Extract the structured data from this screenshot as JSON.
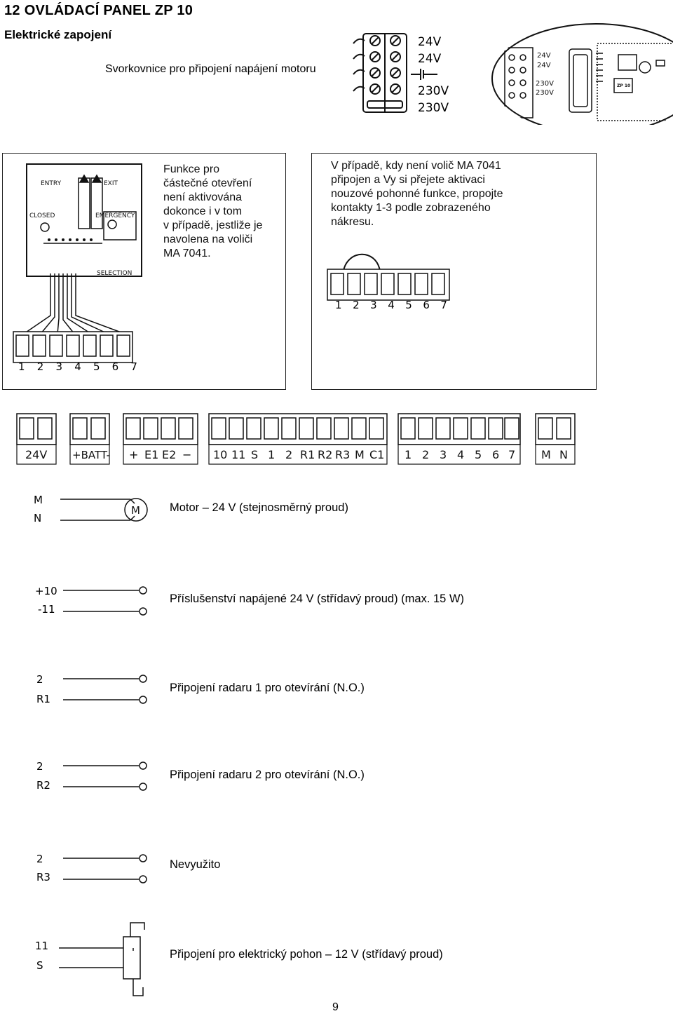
{
  "header": {
    "title": "12 OVLÁDACÍ PANEL ZP 10",
    "subtitle": "Elektrické zapojení",
    "motor_terminals_label": "Svorkovnice pro připojení napájení motoru"
  },
  "power_terminals": {
    "voltages": [
      "24V",
      "24V",
      "230V",
      "230V"
    ],
    "board_voltages": [
      "24V",
      "24V",
      "230V",
      "230V"
    ],
    "board_model": "ZP 10"
  },
  "selector_panel": {
    "labels": {
      "entry": "ENTRY",
      "exit": "EXIT",
      "closed": "CLOSED",
      "emergency": "EMERGENCY",
      "selection": "SELECTION"
    },
    "pins": [
      "1",
      "2",
      "3",
      "4",
      "5",
      "6",
      "7"
    ],
    "note": [
      "Funkce pro",
      "částečné otevření",
      "není aktivována",
      "dokonce i v tom",
      "v případě, jestliže je",
      "navolena na voliči",
      "MA 7041."
    ]
  },
  "bridge_panel": {
    "note": [
      "V případě, kdy není volič MA 7041",
      "připojen a Vy si přejete aktivaci",
      "nouzové pohonné funkce, propojte",
      "kontakty 1-3 podle zobrazeného",
      "nákresu."
    ],
    "pins": [
      "1",
      "2",
      "3",
      "4",
      "5",
      "6",
      "7"
    ]
  },
  "terminal_groups": [
    {
      "labels": [
        "24V"
      ]
    },
    {
      "labels": [
        "+BATT-"
      ]
    },
    {
      "labels": [
        "+",
        "E1",
        "E2",
        "−"
      ]
    },
    {
      "labels": [
        "10",
        "11",
        "S",
        "1",
        "2",
        "R1",
        "R2",
        "R3",
        "M",
        "C1"
      ]
    },
    {
      "labels": [
        "1",
        "2",
        "3",
        "4",
        "5",
        "6",
        "7"
      ]
    },
    {
      "labels": [
        "M",
        "N"
      ]
    }
  ],
  "legend": [
    {
      "terms": [
        "M",
        "N"
      ],
      "symbol": "M",
      "text": "Motor  –  24 V (stejnosměrný proud)"
    },
    {
      "terms": [
        "+10",
        "-11"
      ],
      "text": "Příslušenství napájené 24 V (střídavý proud) (max. 15 W)"
    },
    {
      "terms": [
        "2",
        "R1"
      ],
      "text": "Připojení radaru 1 pro otevírání (N.O.)"
    },
    {
      "terms": [
        "2",
        "R2"
      ],
      "text": "Připojení radaru 2 pro otevírání (N.O.)"
    },
    {
      "terms": [
        "2",
        "R3"
      ],
      "text": "Nevyužito"
    },
    {
      "terms": [
        "11",
        "S"
      ],
      "text": "Připojení pro elektrický pohon  –  12 V (střídavý proud)"
    }
  ],
  "page_number": "9"
}
